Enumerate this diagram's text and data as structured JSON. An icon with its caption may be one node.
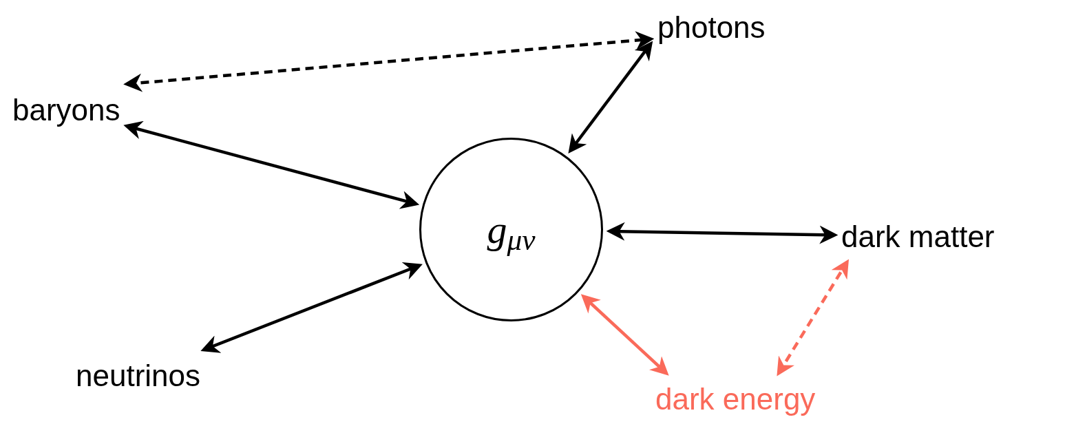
{
  "diagram": {
    "nodes": [
      {
        "text": [
          "photons"
        ]
      },
      {
        "text": [
          "baryons"
        ]
      },
      {
        "text": [
          "g$_{μν}$"
        ]
      },
      {
        "text": [
          "dark matter"
        ]
      },
      {
        "text": [
          "neutrinos"
        ]
      },
      {
        "text": [
          "dark energy"
        ]
      }
    ],
    "edges": [
      {
        "from": 1,
        "to": 0,
        "arrow": "both",
        "style": "dashed"
      },
      {
        "from": 1,
        "to": 2,
        "arrow": "both"
      },
      {
        "from": 0,
        "to": 2,
        "arrow": "both"
      },
      {
        "from": 2,
        "to": 3,
        "arrow": "both"
      },
      {
        "from": 4,
        "to": 2,
        "arrow": "both"
      },
      {
        "from": 2,
        "to": 5,
        "arrow": "both",
        "color": "#fa6a5a"
      },
      {
        "from": 5,
        "to": 3,
        "arrow": "both",
        "style": "dashed",
        "color": "#fa6a5a"
      }
    ]
  }
}
